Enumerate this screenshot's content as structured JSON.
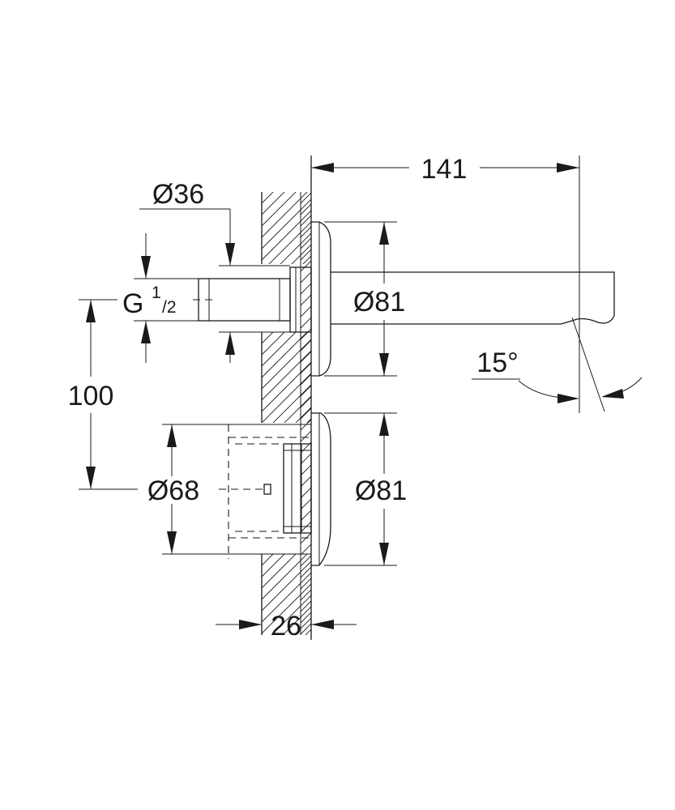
{
  "drawing": {
    "colors": {
      "line": "#1a1a1a",
      "background": "#ffffff"
    },
    "dimensions": {
      "projection": "141",
      "rosette_top_diameter": "Ø81",
      "rosette_bottom_diameter": "Ø81",
      "pipe_diameter": "Ø36",
      "thread_main": "G",
      "thread_numerator": "1",
      "thread_denominator": "/2",
      "center_distance": "100",
      "body_diameter": "Ø68",
      "angle": "15°",
      "wall_depth": "26"
    }
  }
}
